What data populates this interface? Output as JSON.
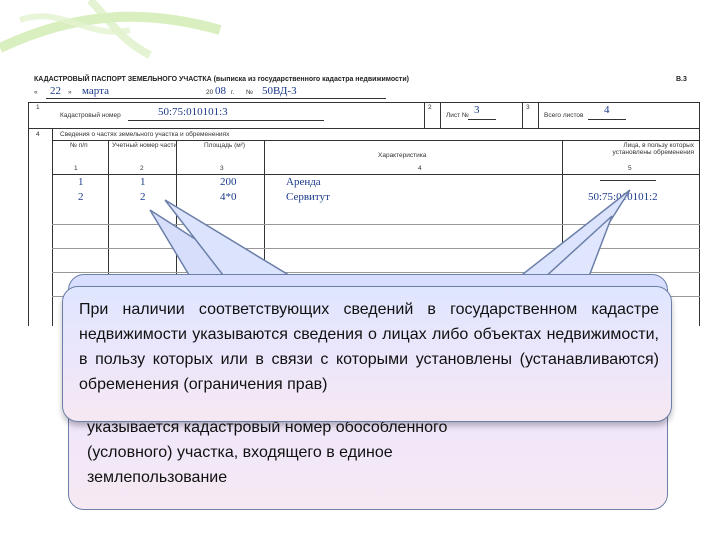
{
  "header": {
    "title": "КАДАСТРОВЫЙ ПАСПОРТ ЗЕМЕЛЬНОГО УЧАСТКА (выписка из государственного кадастра недвижимости)",
    "form_code": "В.3",
    "date_day": "22",
    "date_month": "марта",
    "date_year_prefix": "20",
    "date_year": "08",
    "date_year_suffix": "г.",
    "number_label": "№",
    "number_value": "50ВД-3"
  },
  "form": {
    "row1_num": "1",
    "cadastral_label": "Кадастровый номер",
    "cadastral_value": "50:75:010101:3",
    "row2_num": "2",
    "sheet_label": "Лист №",
    "sheet_value": "3",
    "row3_num": "3",
    "total_label": "Всего листов",
    "total_value": "4",
    "section_num": "4",
    "section_title": "Сведения о частях земельного участка и обременениях",
    "columns": [
      {
        "label": "№ п/п",
        "idx": "1"
      },
      {
        "label": "Учетный номер части",
        "idx": "2"
      },
      {
        "label": "Площадь (м²)",
        "idx": "3"
      },
      {
        "label": "Характеристика",
        "idx": "4"
      },
      {
        "label": "Лица, в пользу которых установлены обременения",
        "idx": "5"
      }
    ],
    "rows": [
      {
        "n": "1",
        "part": "1",
        "area": "200",
        "desc": "Аренда",
        "who": ""
      },
      {
        "n": "2",
        "part": "2",
        "area": "4*0",
        "desc": "Сервитут",
        "who": "50:75:010101:2"
      }
    ]
  },
  "callouts": {
    "front_text": "При наличии соответствующих сведений в государственном кадастре недвижимости указываются сведения о лицах либо объектах недвижимости, в пользу которых или в связи с которыми установлены (устанавливаются) обременения (ограничения прав)",
    "back_line1": "указывается кадастровый номер обособленного",
    "back_line2": "(условного) участка, входящего в единое",
    "back_line3": "землепользование"
  }
}
